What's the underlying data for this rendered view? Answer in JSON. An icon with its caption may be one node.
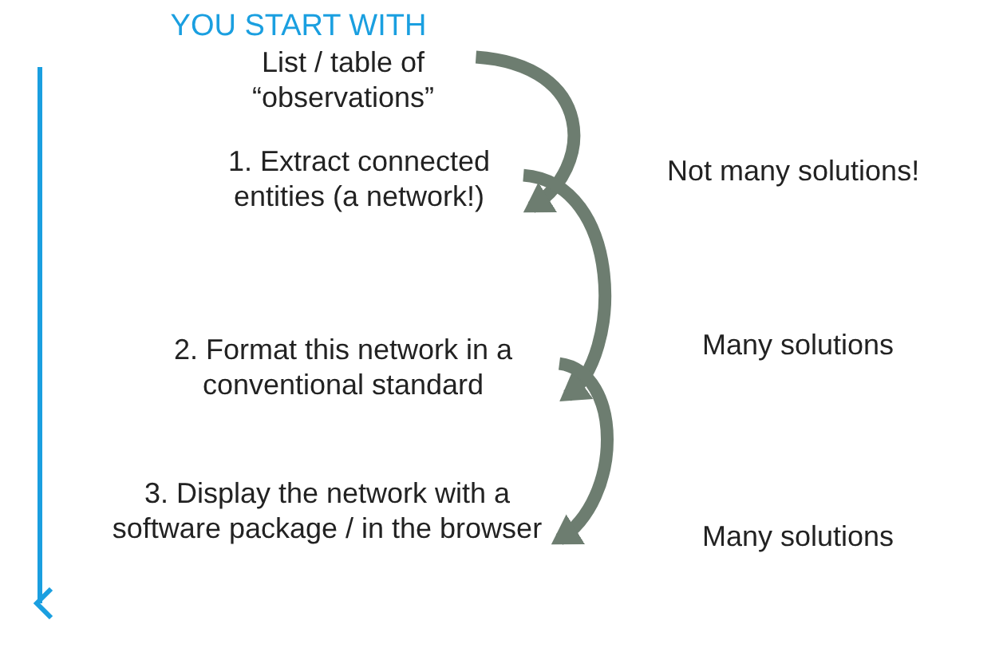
{
  "diagram": {
    "nodes": [
      {
        "text": [
          "YOU START WITH",
          "List / table of “observations”"
        ]
      },
      {
        "text": [
          "1. Extract connected entities (a network!)"
        ]
      },
      {
        "text": [
          "2. Format this network in a conventional standard"
        ]
      },
      {
        "text": [
          "3. Display the network with a software package / in the browser"
        ]
      }
    ],
    "edges": [
      {
        "from": 0,
        "to": 1,
        "arrow": "to",
        "label": "Not many solutions!"
      },
      {
        "from": 1,
        "to": 2,
        "arrow": "to",
        "label": "Many solutions"
      },
      {
        "from": 2,
        "to": 3,
        "arrow": "to",
        "label": "Many solutions"
      }
    ]
  }
}
